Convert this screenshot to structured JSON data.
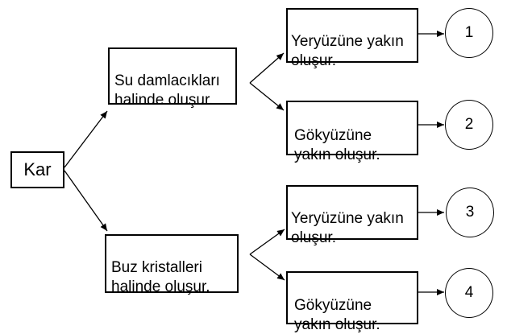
{
  "root": {
    "label": "Kar"
  },
  "branches": [
    {
      "label": "Su damlacıkları\nhalinde oluşur.",
      "children": [
        {
          "label": "Yeryüzüne yakın\noluşur.",
          "number": "1"
        },
        {
          "label": "Gökyüzüne\nyakın oluşur.",
          "number": "2"
        }
      ]
    },
    {
      "label": "Buz kristalleri\nhalinde oluşur.",
      "children": [
        {
          "label": "Yeryüzüne yakın\noluşur.",
          "number": "3"
        },
        {
          "label": "Gökyüzüne\nyakın oluşur.",
          "number": "4"
        }
      ]
    }
  ]
}
